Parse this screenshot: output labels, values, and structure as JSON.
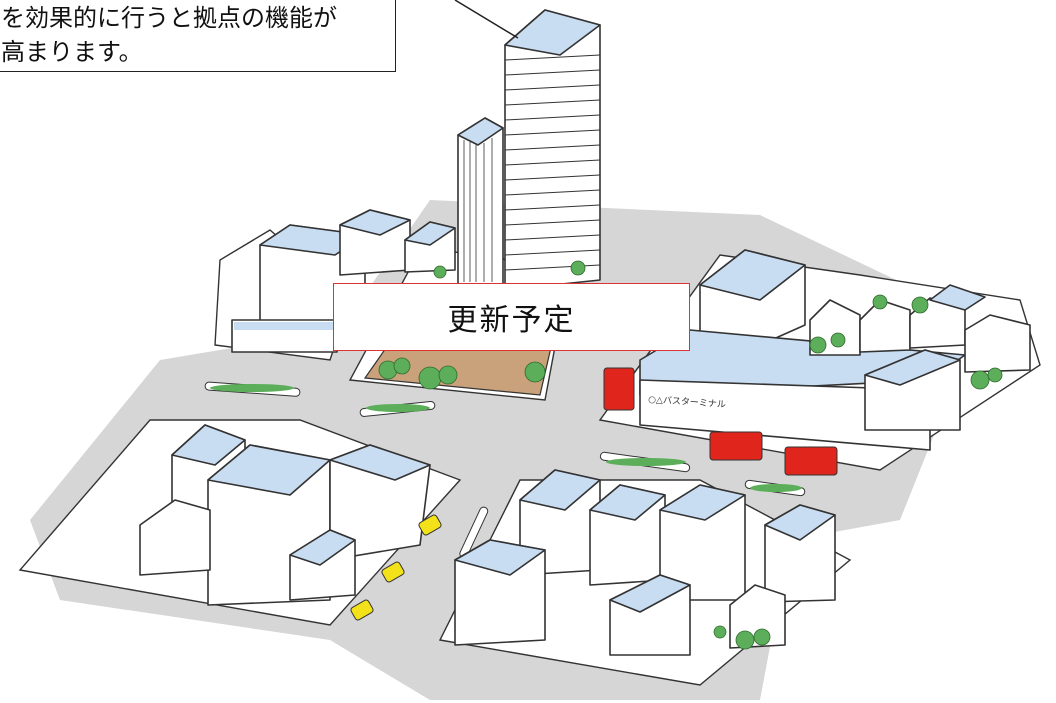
{
  "callout": {
    "line1": "を効果的に行うと拠点の機能が",
    "line2": "高まります。"
  },
  "label_box": {
    "text": "更新予定"
  },
  "bus_terminal_sign": "○△バスターミナル",
  "colors": {
    "road": "#d3d3d3",
    "sidewalk": "#ffffff",
    "roof": "#c8dcf2",
    "plaza": "#c9a17b",
    "tree": "#5cae5a",
    "bus": "#e0251c",
    "taxi": "#f3e21a",
    "label_border": "#dd3333"
  }
}
